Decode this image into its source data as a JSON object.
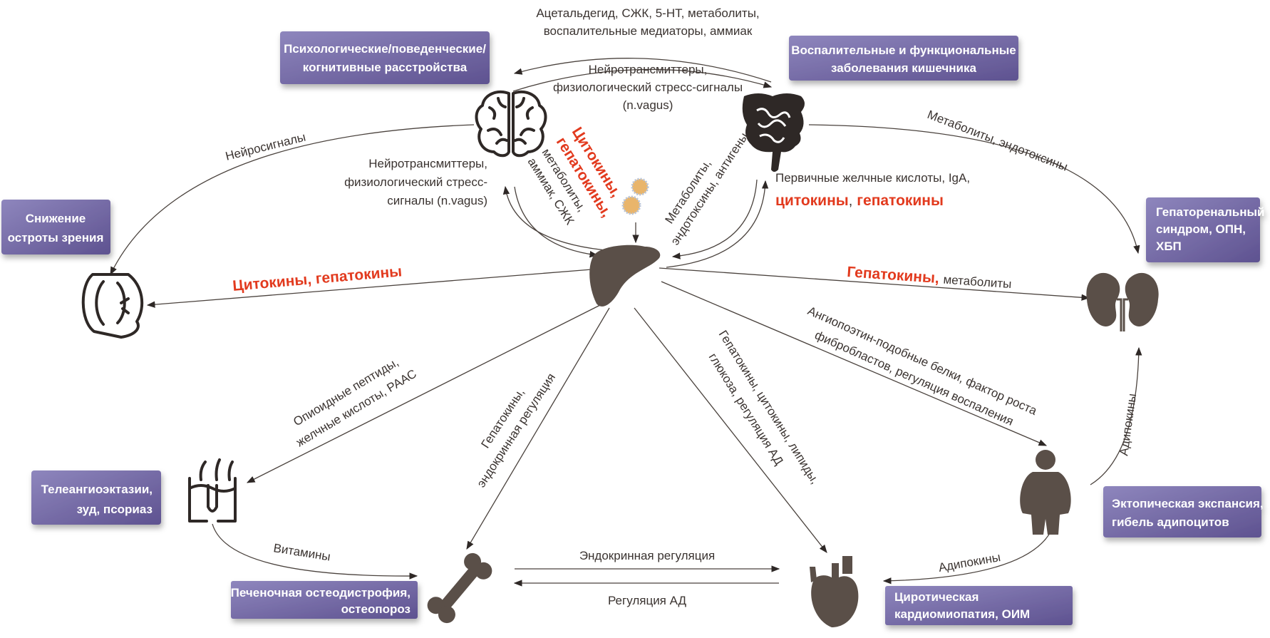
{
  "colors": {
    "box": "#6f64a0",
    "box_light": "#8e86bd",
    "icon": "#5a4f48",
    "accent_red": "#e23a1e",
    "line": "#4a423d"
  },
  "icons": {
    "brain": "brain-icon",
    "gut": "intestine-icon",
    "liver": "liver-icon",
    "eye": "eye-icon",
    "kidneys": "kidneys-icon",
    "skin": "skin-hair-icon",
    "bone": "bone-icon",
    "heart": "heart-icon",
    "person": "obese-person-icon",
    "microbes": "microbes-icon"
  },
  "boxes": {
    "psych": [
      "Психологические/поведенческие/",
      "когнитивные расстройства"
    ],
    "gut": [
      "Воспалительные и функциональные",
      "заболевания кишечника"
    ],
    "vision": [
      "Снижение",
      "остроты зрения"
    ],
    "hepatorenal": [
      "Гепаторенальный",
      "синдром, ОПН,",
      "ХБП"
    ],
    "skin": [
      "Телеангиоэктазии,",
      "зуд, псориаз"
    ],
    "bone": [
      "Печеночная остеодистрофия,",
      "остеопороз"
    ],
    "ectopic": [
      "Эктопическая экспансия,",
      "гибель адипоцитов"
    ],
    "cardio": [
      "Циротическая",
      "кардиомиопатия, ОИМ"
    ]
  },
  "labels": {
    "gut_brain_top": [
      "Ацетальдегид, СЖК, 5-НТ, метаболиты,",
      "воспалительные медиаторы, аммиак"
    ],
    "brain_gut": [
      "Нейротрансмиттеры,",
      "физиологический стресс-сигналы",
      "(n.vagus)"
    ],
    "neurosignals": "Нейросигналы",
    "brain_liver": [
      "Нейротрансмиттеры,",
      "физиологический стресс-",
      "сигналы (n.vagus)"
    ],
    "liver_brain_red": [
      "Цитокины,",
      "гепатокины,"
    ],
    "liver_brain": [
      "метаболиты,",
      "аммиак, СЖК"
    ],
    "gut_liver": [
      "Метаболиты,",
      "эндотоксины, антигены"
    ],
    "liver_gut": "Первичные желчные кислоты, IgA,",
    "liver_gut_red_1": "цитокины",
    "liver_gut_comma": ",",
    "liver_gut_red_2": "гепатокины",
    "gut_kidney": "Метаболиты, эндотоксины",
    "liver_eye_red": "Цитокины, гепатокины",
    "liver_kidney_red": "Гепатокины,",
    "liver_kidney": "метаболиты",
    "liver_skin": [
      "Опиоидные пептиды,",
      "желчные кислоты, РААС"
    ],
    "liver_bone": [
      "Гепатокины,",
      "эндокринная регуляция"
    ],
    "liver_heart": [
      "Гепатокины, цитокины, липиды,",
      "глюкоза, регуляция АД"
    ],
    "liver_person": [
      "Ангиопоэтин-подобные белки, фактор роста",
      "фибробластов, регуляция воспаления"
    ],
    "person_kidney": "Адипокины",
    "person_heart": "Адипокины",
    "skin_bone": "Витамины",
    "bone_heart": "Эндокринная регуляция",
    "heart_bone": "Регуляция АД"
  }
}
